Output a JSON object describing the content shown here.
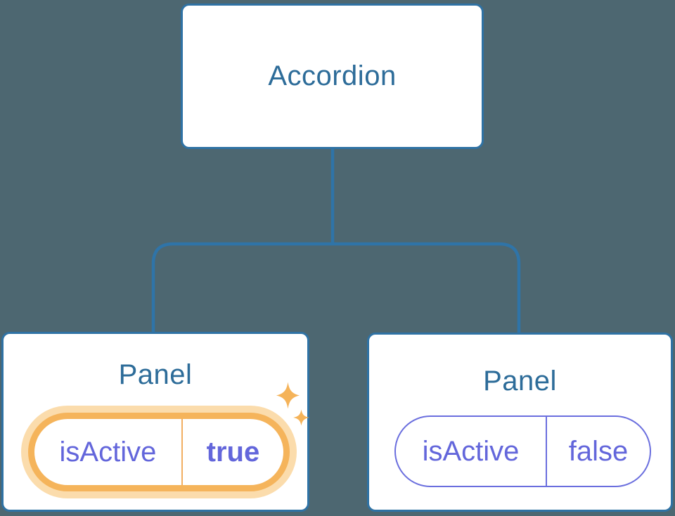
{
  "tree": {
    "root": {
      "label": "Accordion"
    },
    "children": [
      {
        "label": "Panel",
        "state": {
          "key": "isActive",
          "value": "true"
        },
        "highlighted": true,
        "decoration": "sparkles-icon"
      },
      {
        "label": "Panel",
        "state": {
          "key": "isActive",
          "value": "false"
        },
        "highlighted": false
      }
    ]
  },
  "colors": {
    "background": "#4D6771",
    "node_background": "#FFFFFF",
    "node_border": "#2F72A4",
    "node_text": "#2D6C99",
    "connector": "#2F74A8",
    "state_text": "#6366DB",
    "state_pill_border_inactive": "#6A6EDE",
    "highlight_ring": "#F5B45B",
    "highlight_halo": "#FBDCAC",
    "highlight_divider": "#F2AF62",
    "sparkle": "#F5B359"
  }
}
